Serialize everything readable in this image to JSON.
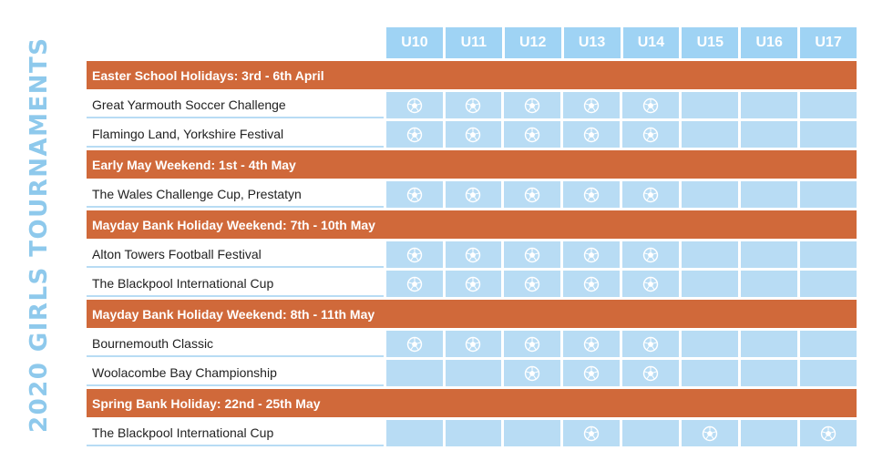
{
  "title": "2020 GIRLS TOURNAMENTS",
  "age_groups": [
    "U10",
    "U11",
    "U12",
    "U13",
    "U14",
    "U15",
    "U16",
    "U17"
  ],
  "colors": {
    "header": "#9fd3f4",
    "section": "#d0693a",
    "cell": "#b8dcf4",
    "title": "#8ec9ec"
  },
  "sections": [
    {
      "label": "Easter School Holidays: 3rd - 6th April",
      "rows": [
        {
          "name": "Great Yarmouth Soccer Challenge",
          "ages": [
            "U10",
            "U11",
            "U12",
            "U13",
            "U14"
          ]
        },
        {
          "name": "Flamingo Land, Yorkshire Festival",
          "ages": [
            "U10",
            "U11",
            "U12",
            "U13",
            "U14"
          ]
        }
      ]
    },
    {
      "label": "Early May Weekend: 1st - 4th May",
      "rows": [
        {
          "name": "The Wales Challenge Cup, Prestatyn",
          "ages": [
            "U10",
            "U11",
            "U12",
            "U13",
            "U14"
          ]
        }
      ]
    },
    {
      "label": "Mayday Bank Holiday Weekend: 7th - 10th May",
      "rows": [
        {
          "name": "Alton Towers Football Festival",
          "ages": [
            "U10",
            "U11",
            "U12",
            "U13",
            "U14"
          ]
        },
        {
          "name": "The Blackpool International Cup",
          "ages": [
            "U10",
            "U11",
            "U12",
            "U13",
            "U14"
          ]
        }
      ]
    },
    {
      "label": "Mayday Bank Holiday Weekend: 8th - 11th May",
      "rows": [
        {
          "name": "Bournemouth Classic",
          "ages": [
            "U10",
            "U11",
            "U12",
            "U13",
            "U14"
          ]
        },
        {
          "name": "Woolacombe Bay Championship",
          "ages": [
            "U12",
            "U13",
            "U14"
          ]
        }
      ]
    },
    {
      "label": "Spring Bank Holiday: 22nd - 25th May",
      "rows": [
        {
          "name": "The Blackpool International Cup",
          "ages": [
            "U13",
            "U15",
            "U17"
          ]
        }
      ]
    }
  ]
}
